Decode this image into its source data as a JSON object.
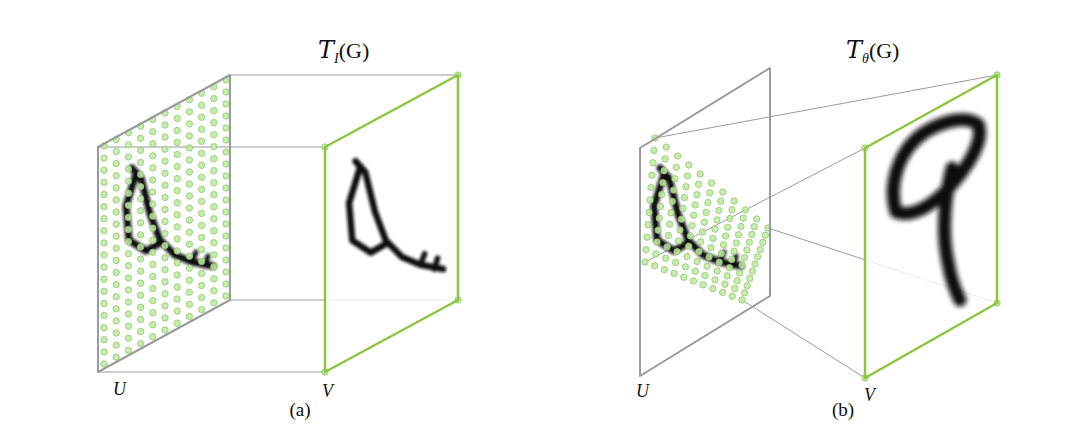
{
  "diagram": {
    "nodes": [
      {
        "text": [
          "U"
        ]
      },
      {
        "text": [
          "V"
        ]
      },
      {
        "text": [
          "U"
        ]
      },
      {
        "text": [
          "V"
        ]
      }
    ],
    "edges": [
      {
        "from": 0,
        "to": 1,
        "arrow": "none"
      },
      {
        "from": 0,
        "to": 1,
        "arrow": "none"
      },
      {
        "from": 0,
        "to": 1,
        "arrow": "none"
      },
      {
        "from": 0,
        "to": 1,
        "arrow": "none"
      },
      {
        "from": 2,
        "to": 3,
        "arrow": "none"
      },
      {
        "from": 2,
        "to": 3,
        "arrow": "none"
      },
      {
        "from": 2,
        "to": 3,
        "arrow": "none"
      },
      {
        "from": 2,
        "to": 3,
        "arrow": "none"
      }
    ],
    "labels": [
      "TI(G)",
      "Tθ(G)",
      "(a)",
      "(b)"
    ]
  }
}
